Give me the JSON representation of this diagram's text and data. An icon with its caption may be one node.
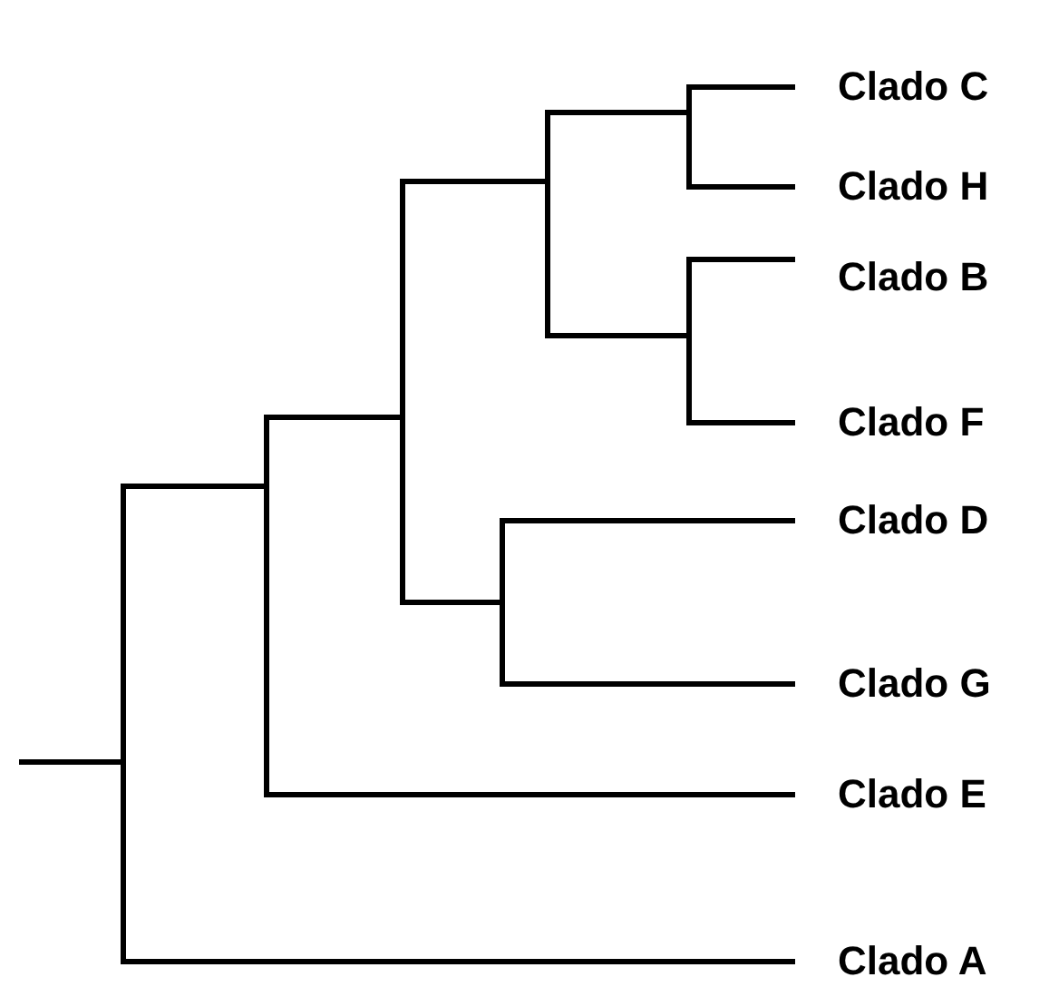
{
  "diagram": {
    "labels": [
      "Clado C",
      "Clado H",
      "Clado B",
      "Clado F",
      "Clado D",
      "Clado G",
      "Clado E",
      "Clado A"
    ]
  }
}
